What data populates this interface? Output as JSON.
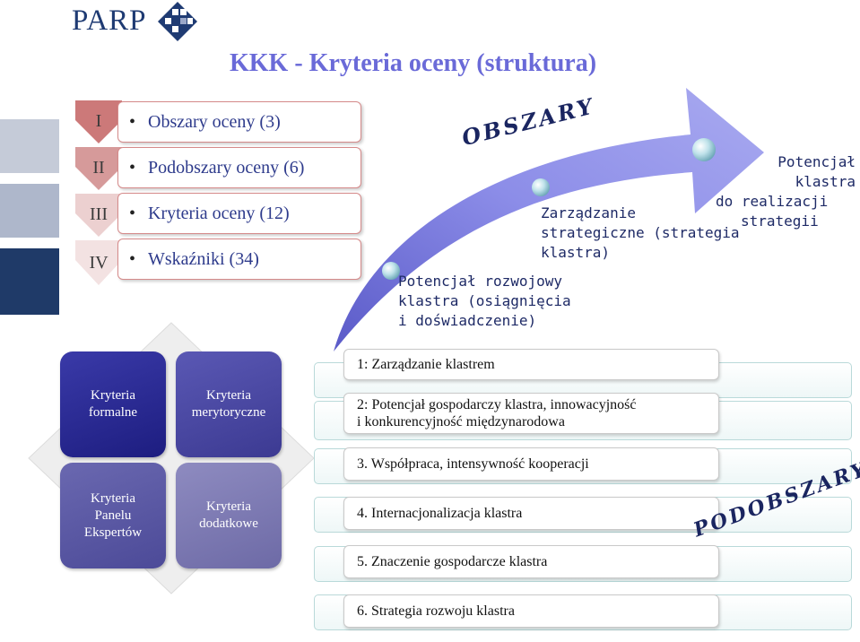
{
  "logo": {
    "text": "PARP"
  },
  "title": "KKK - Kryteria oceny (struktura)",
  "levels": [
    {
      "numeral": "I",
      "label": "Obszary oceny (3)"
    },
    {
      "numeral": "II",
      "label": "Podobszary oceny (6)"
    },
    {
      "numeral": "III",
      "label": "Kryteria oceny (12)"
    },
    {
      "numeral": "IV",
      "label": "Wskaźniki (34)"
    }
  ],
  "obszary": {
    "heading": "OBSZARY",
    "steps": [
      {
        "line1": "Potencjał rozwojowy",
        "line2": "klastra (osiągnięcia",
        "line3": "i doświadczenie)"
      },
      {
        "line1": "Zarządzanie",
        "line2": "strategiczne (strategia",
        "line3": "klastra)"
      },
      {
        "line1": "Potencjał klastra",
        "line2": "do realizacji",
        "line3": "strategii"
      }
    ]
  },
  "quadrants": [
    {
      "label_1": "Kryteria",
      "label_2": "formalne",
      "label_3": ""
    },
    {
      "label_1": "Kryteria",
      "label_2": "merytoryczne",
      "label_3": ""
    },
    {
      "label_1": "Kryteria",
      "label_2": "Panelu",
      "label_3": "Ekspertów"
    },
    {
      "label_1": "Kryteria",
      "label_2": "dodatkowe",
      "label_3": ""
    }
  ],
  "podobszary": {
    "heading": "PODOBSZARY",
    "items": [
      {
        "line1": "1: Zarządzanie klastrem",
        "line2": ""
      },
      {
        "line1": "2: Potencjał gospodarczy klastra, innowacyjność",
        "line2": "i konkurencyjność międzynarodowa"
      },
      {
        "line1": "3. Współpraca, intensywność kooperacji",
        "line2": ""
      },
      {
        "line1": "4. Internacjonalizacja klastra",
        "line2": ""
      },
      {
        "line1": "5. Znaczenie gospodarcze klastra",
        "line2": ""
      },
      {
        "line1": "6. Strategia rozwoju klastra",
        "line2": ""
      }
    ]
  },
  "colors": {
    "title": "#6a6ad8",
    "level_text": "#2e3b8c",
    "side_bar_light": "#c5cbd8",
    "side_bar_dark": "#1f3a68",
    "quad_dark": "#2b2a8f",
    "quad_mid": "#4d4b9f",
    "quad_light": "#7d7ab0",
    "arrow": "#8d8ee8"
  }
}
